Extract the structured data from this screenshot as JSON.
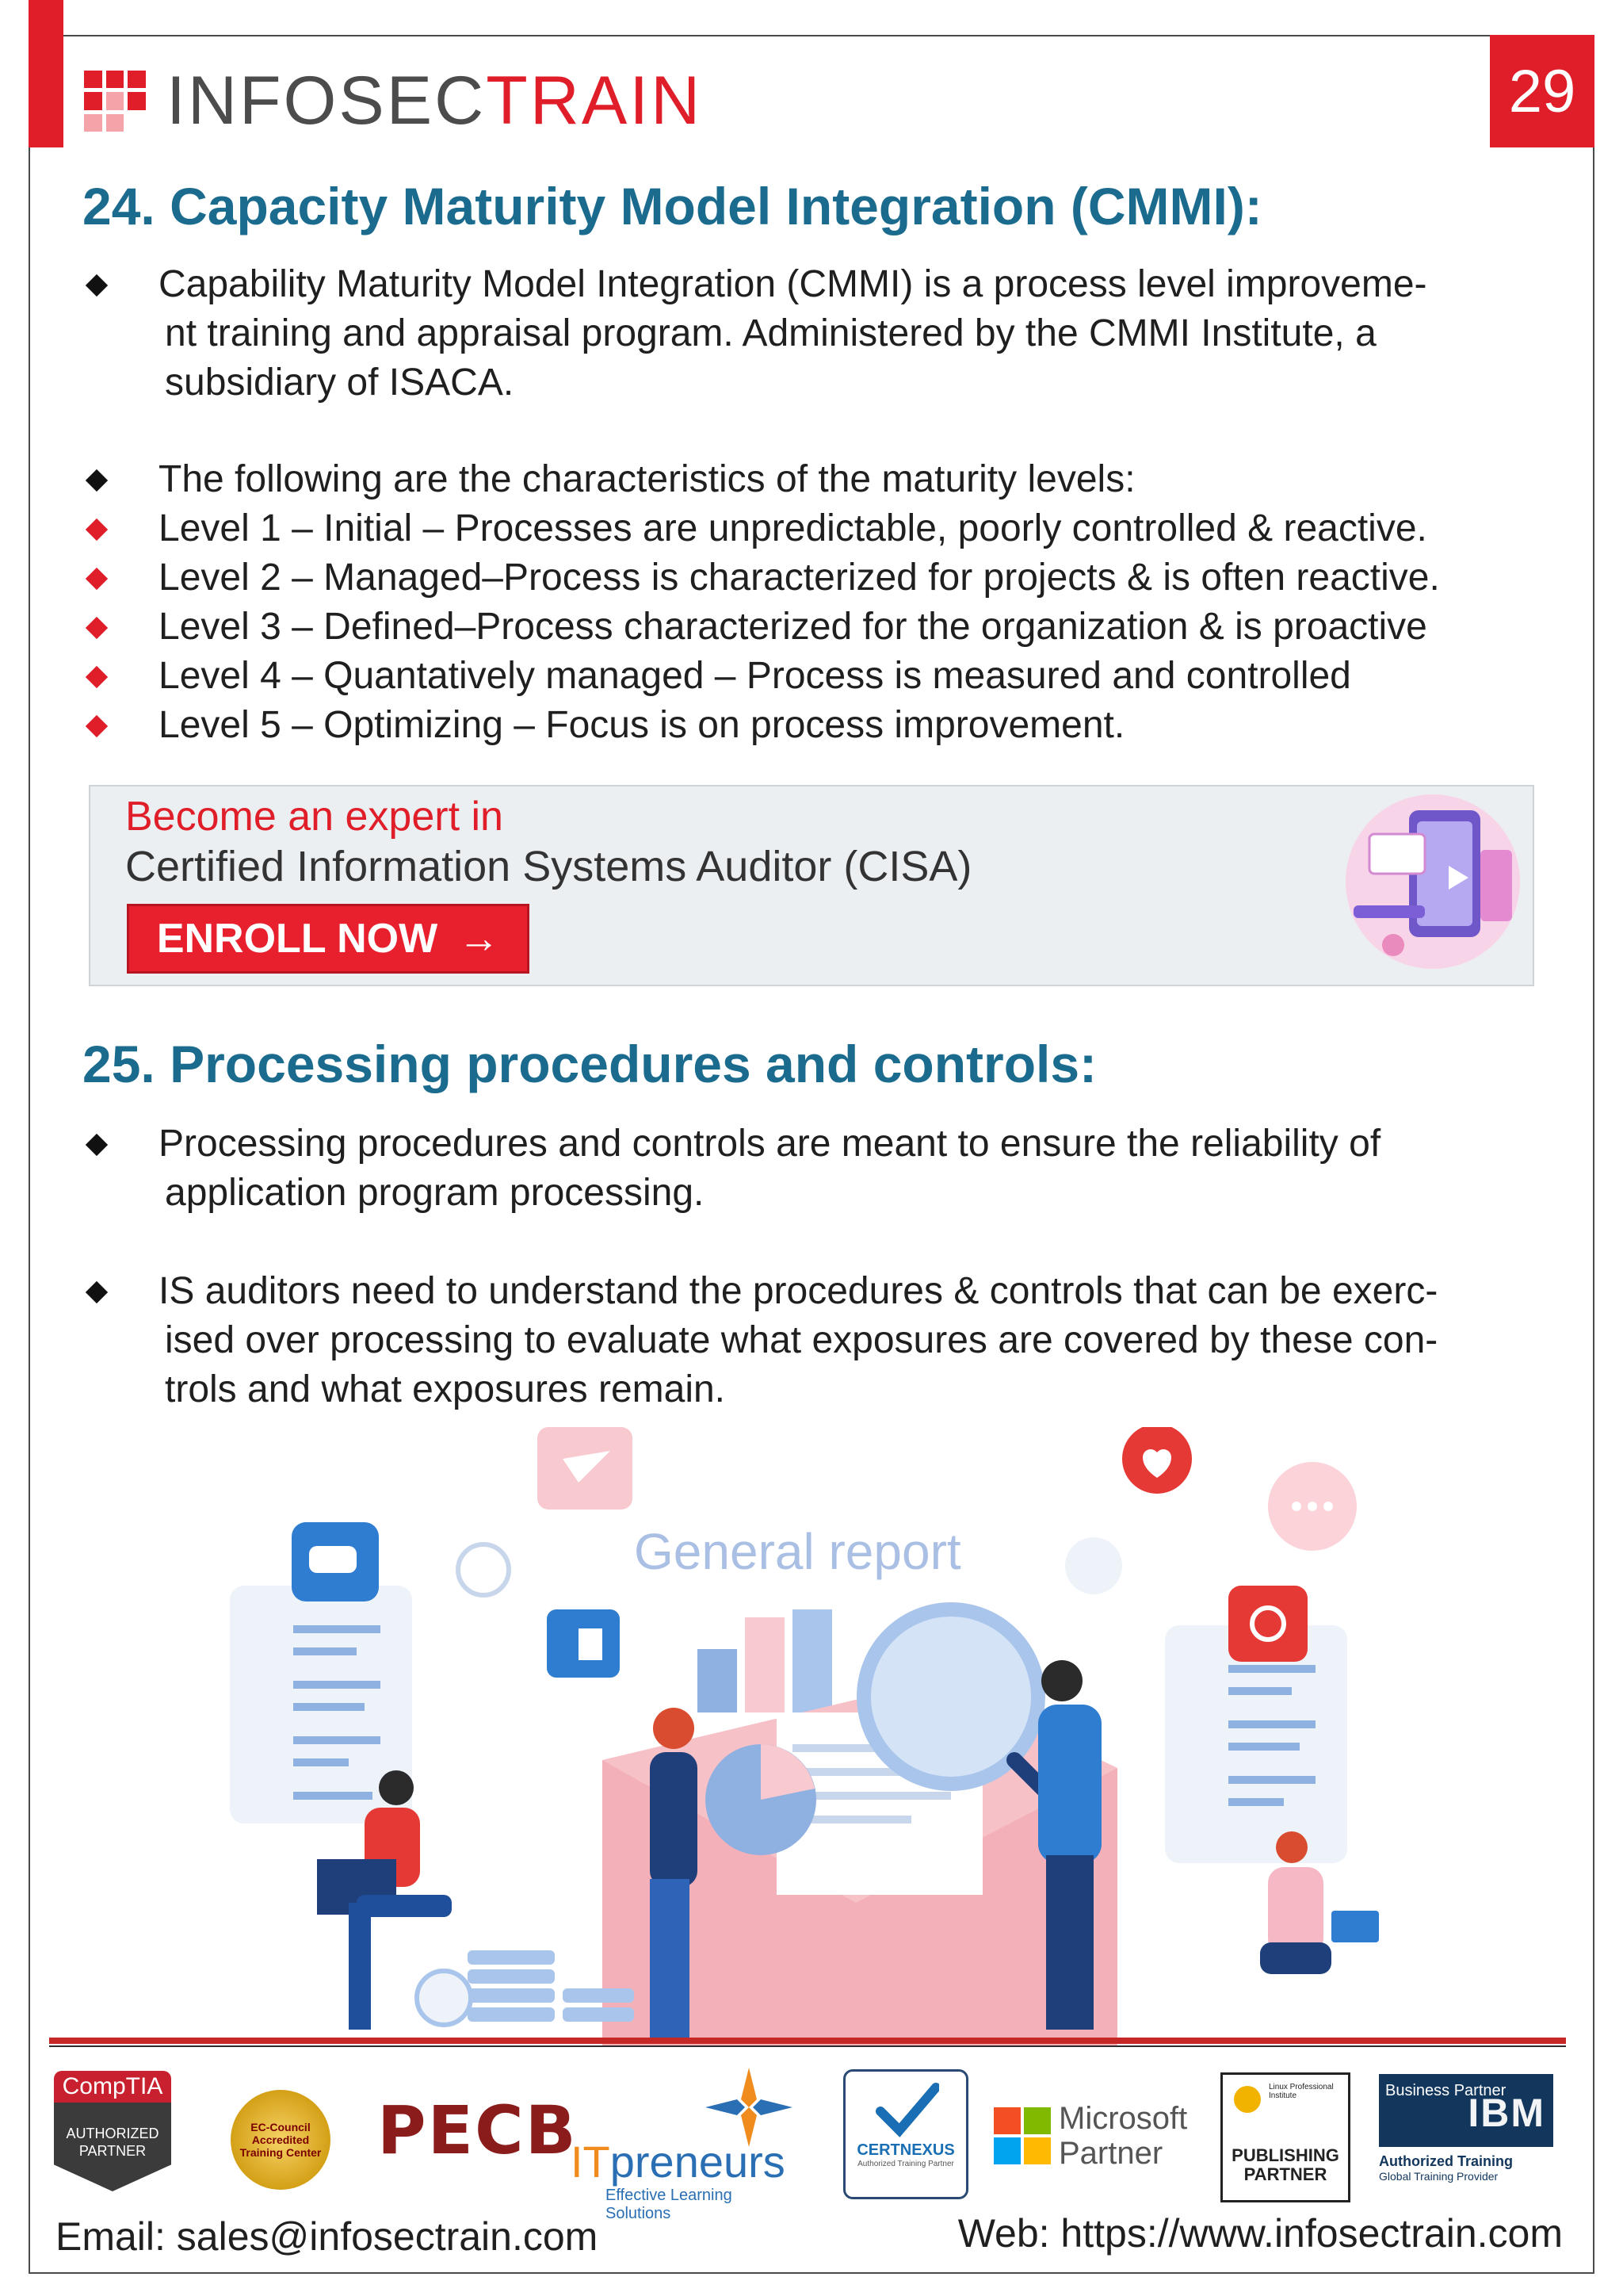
{
  "header": {
    "logo_text_a": "INFOSEC",
    "logo_text_b": "TRAIN",
    "page_number": "29"
  },
  "section24": {
    "title": "24. Capacity Maturity Model Integration (CMMI):",
    "bullets": [
      {
        "lines": [
          "Capability Maturity Model Integration (CMMI) is a process level improveme-",
          "nt training and appraisal program. Administered by the CMMI Institute, a",
          "subsidiary of ISACA."
        ],
        "marker": "black"
      },
      {
        "lines": [
          "The following are the characteristics of the maturity levels:"
        ],
        "marker": "black"
      },
      {
        "lines": [
          "Level 1 – Initial – Processes are unpredictable, poorly controlled & reactive."
        ],
        "marker": "red"
      },
      {
        "lines": [
          "Level 2 – Managed–Process is characterized for projects & is often reactive."
        ],
        "marker": "red"
      },
      {
        "lines": [
          "Level 3 – Defined–Process characterized for the organization & is proactive"
        ],
        "marker": "red"
      },
      {
        "lines": [
          "Level 4 – Quantatively managed – Process is measured and controlled"
        ],
        "marker": "red"
      },
      {
        "lines": [
          "Level 5 – Optimizing – Focus is on process improvement."
        ],
        "marker": "red"
      }
    ]
  },
  "banner": {
    "line1": "Become an expert in",
    "line2": "Certified Information Systems Auditor (CISA)",
    "button": "ENROLL NOW",
    "button_arrow": "→"
  },
  "section25": {
    "title": "25. Processing procedures and controls:",
    "bullets": [
      {
        "lines": [
          "Processing procedures and controls are meant to ensure the reliability of",
          "application program processing."
        ],
        "marker": "black"
      },
      {
        "lines": [
          "IS auditors need to understand the procedures & controls that can be exerc-",
          "ised over processing to evaluate what exposures are covered by these con-",
          "trols and what exposures remain."
        ],
        "marker": "black"
      }
    ]
  },
  "illustration": {
    "title": "General report"
  },
  "partners": {
    "comptia_name": "CompTIA",
    "comptia_badge": "AUTHORIZED PARTNER",
    "ecc_name": "EC-Council",
    "ecc_badge": "Accredited Training Center",
    "pecb": "PECB",
    "itp_word_a": "IT",
    "itp_word_b": "preneurs",
    "itp_tag": "Effective Learning Solutions",
    "certnexus_name": "CERTNEXUS",
    "certnexus_sub": "Authorized Training Partner",
    "ms_name": "Microsoft",
    "ms_sub": "Partner",
    "lpi_small": "Linux Professional Institute",
    "lpi_pub": "PUBLISHING PARTNER",
    "ibm_bp": "Business Partner",
    "ibm_logo": "IBM",
    "ibm_at": "Authorized Training",
    "ibm_gt": "Global Training Provider"
  },
  "footer": {
    "email": "Email: sales@infosectrain.com",
    "web": "Web: https://www.infosectrain.com"
  },
  "colors": {
    "brand_red": "#e01e2a",
    "title_blue": "#1b6b8e"
  }
}
